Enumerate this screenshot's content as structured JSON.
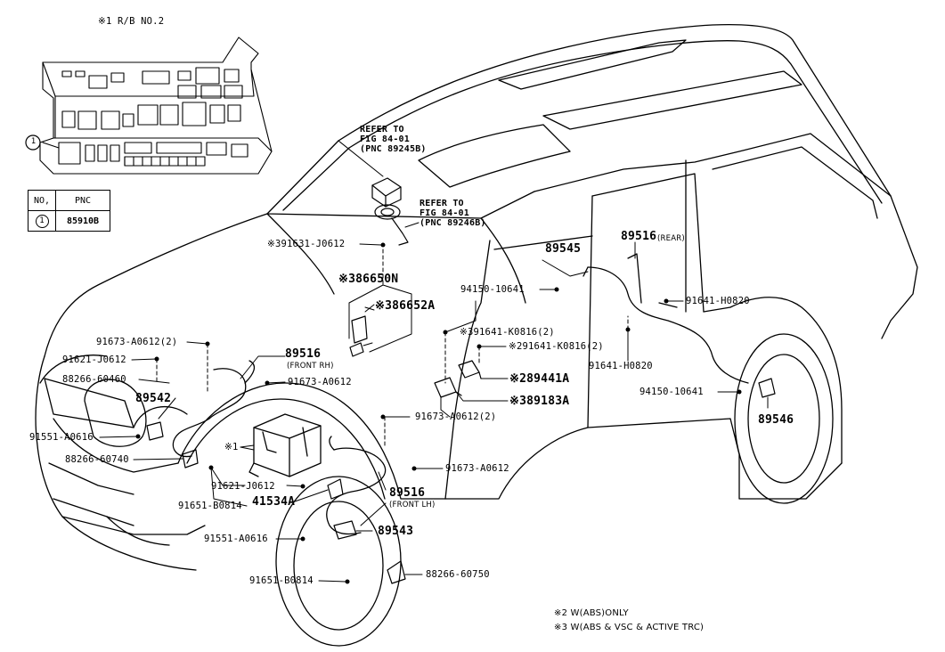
{
  "relay_block": {
    "title": "※1  R/B NO.2",
    "callout_no": "1"
  },
  "legend": {
    "header_no": "NO,",
    "header_pnc": "PNC",
    "row_no": "1",
    "row_pnc": "85910B"
  },
  "refer1": {
    "line1": "REFER TO",
    "line2": "FIG 84-01",
    "line3": "(PNC 89245B)"
  },
  "refer2": {
    "line1": "REFER TO",
    "line2": "FIG 84-01",
    "line3": "(PNC 89246B)"
  },
  "parts": {
    "p1": "※391631-J0612",
    "p2": "※386650N",
    "p3": "※386652A",
    "p4": "91673-A0612(2)",
    "p5": "91621-J0612",
    "p6": "88266-60460",
    "p7": "89542",
    "p8": "91551-A0616",
    "p9": "88266-60740",
    "p10": "89516",
    "p10sub": "(FRONT RH)",
    "p11": "91673-A0612",
    "p12": "※1",
    "p13": "91621-J0612",
    "p14": "91651-B0814",
    "p15": "41534A",
    "p16": "91551-A0616",
    "p17": "91651-B0814",
    "p18": "89543",
    "p19": "88266-60750",
    "p20": "89516",
    "p20sub": "(FRONT LH)",
    "p21": "91673-A0612",
    "p22": "91673-A0612(2)",
    "p23": "89545",
    "p24": "94150-10641",
    "p25": "※391641-K0816(2)",
    "p26": "※291641-K0816(2)",
    "p27": "※289441A",
    "p28": "※389183A",
    "p29": "89516",
    "p29sub": "(REAR)",
    "p30": "91641-H0820",
    "p31": "91641-H0820",
    "p32": "94150-10641",
    "p33": "89546"
  },
  "notes": {
    "n2": "※2  W(ABS)ONLY",
    "n3": "※3  W(ABS & VSC & ACTIVE TRC)"
  }
}
